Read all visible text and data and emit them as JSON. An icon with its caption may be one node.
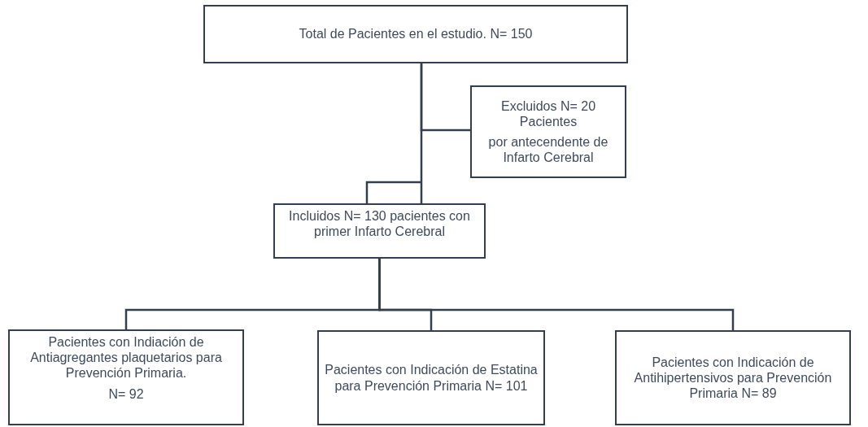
{
  "diagram": {
    "nodes": [
      {
        "text": [
          "Total de Pacientes en el estudio. N= 150"
        ]
      },
      {
        "text": [
          "Excluidos N= 20 Pacientes",
          "por antecendente de Infarto Cerebral"
        ]
      },
      {
        "text": [
          "Incluidos N= 130 pacientes con  primer Infarto Cerebral"
        ]
      },
      {
        "text": [
          "Pacientes con Indiación de Antiagregantes plaquetarios para Prevención Primaria.",
          "N= 92"
        ]
      },
      {
        "text": [
          "Pacientes con Indicación de Estatina  para Prevención Primaria N= 101"
        ]
      },
      {
        "text": [
          "Pacientes con Indicación de Antihipertensivos para Prevención Primaria N= 89"
        ]
      }
    ],
    "edges": [
      {
        "from": 0,
        "to": 1,
        "arrow": "none"
      },
      {
        "from": 0,
        "to": 2,
        "arrow": "none"
      },
      {
        "from": 2,
        "to": 3,
        "arrow": "none"
      },
      {
        "from": 2,
        "to": 4,
        "arrow": "none"
      },
      {
        "from": 2,
        "to": 5,
        "arrow": "none"
      }
    ]
  }
}
